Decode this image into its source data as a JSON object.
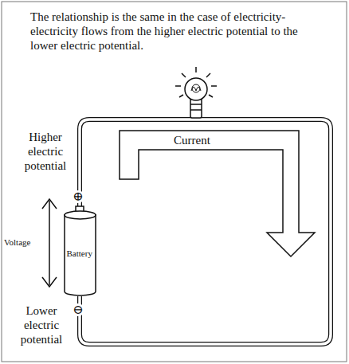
{
  "diagram": {
    "caption": "The relationship is the same in the case of electricity-electricity flows from the higher electric potential to the lower electric potential.",
    "nodes": [
      {
        "text": [
          "Battery"
        ]
      },
      {
        "text": [
          "Current"
        ]
      }
    ],
    "labels": [
      "Higher electric potential",
      "Voltage",
      "Lower electric potential",
      "⊕",
      "⊖"
    ]
  }
}
